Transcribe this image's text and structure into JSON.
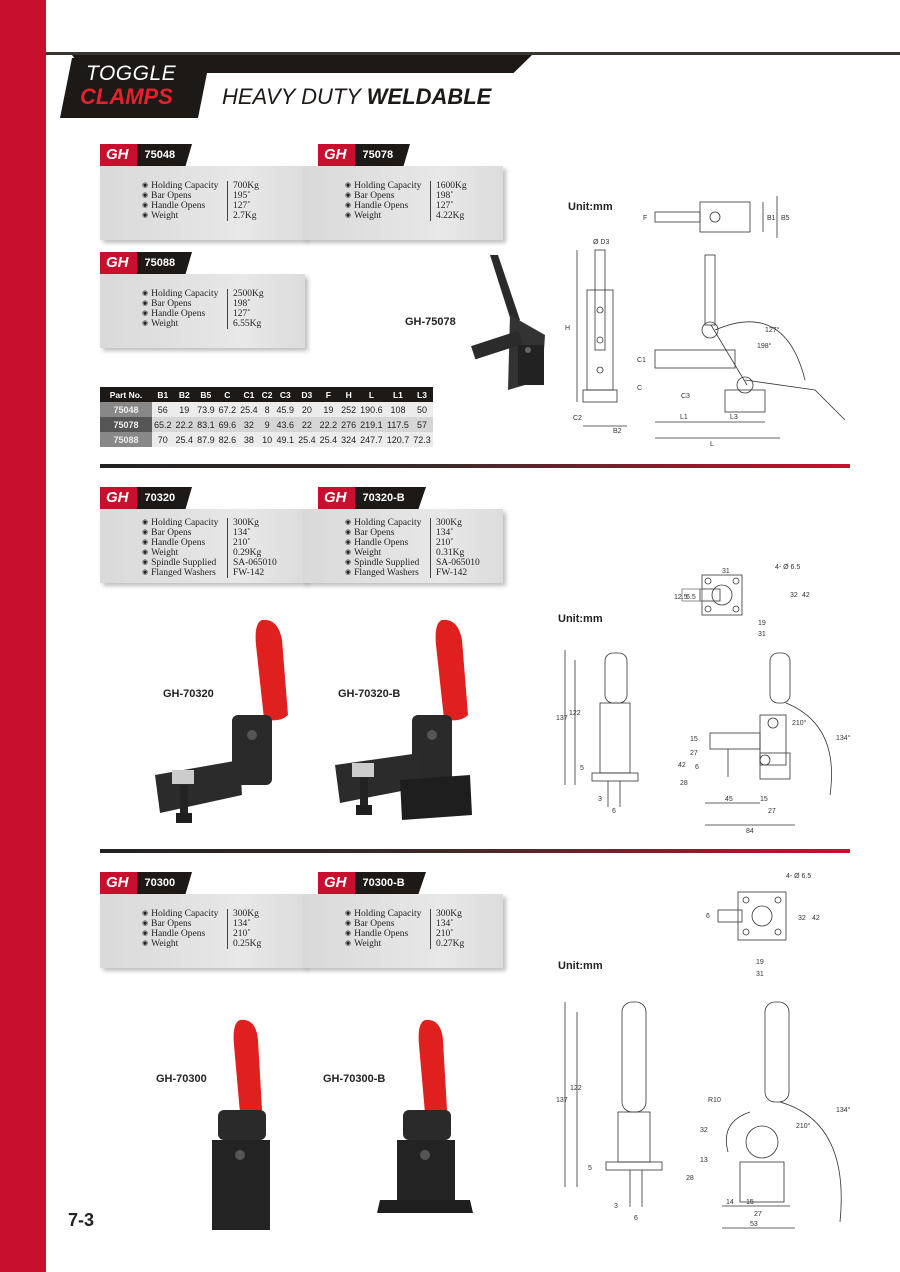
{
  "header": {
    "title_line1": "TOGGLE",
    "title_line2": "CLAMPS",
    "subtitle_regular": "HEAVY DUTY ",
    "subtitle_bold": "WELDABLE"
  },
  "brand": "GH",
  "products": {
    "p75048": {
      "model": "75048",
      "specs": [
        {
          "label": "Holding Capacity",
          "value": "700Kg"
        },
        {
          "label": "Bar Opens",
          "value": "195˚"
        },
        {
          "label": "Handle Opens",
          "value": "127˚"
        },
        {
          "label": "Weight",
          "value": "2.7Kg"
        }
      ]
    },
    "p75078": {
      "model": "75078",
      "specs": [
        {
          "label": "Holding Capacity",
          "value": "1600Kg"
        },
        {
          "label": "Bar Opens",
          "value": "198˚"
        },
        {
          "label": "Handle Opens",
          "value": "127˚"
        },
        {
          "label": "Weight",
          "value": "4.22Kg"
        }
      ]
    },
    "p75088": {
      "model": "75088",
      "specs": [
        {
          "label": "Holding Capacity",
          "value": "2500Kg"
        },
        {
          "label": "Bar Opens",
          "value": "198˚"
        },
        {
          "label": "Handle Opens",
          "value": "127˚"
        },
        {
          "label": "Weight",
          "value": "6.55Kg"
        }
      ]
    },
    "p70320": {
      "model": "70320",
      "specs": [
        {
          "label": "Holding Capacity",
          "value": "300Kg"
        },
        {
          "label": "Bar Opens",
          "value": "134˚"
        },
        {
          "label": "Handle Opens",
          "value": "210˚"
        },
        {
          "label": "Weight",
          "value": "0.29Kg"
        },
        {
          "label": "Spindle Supplied",
          "value": "SA-065010"
        },
        {
          "label": "Flanged Washers",
          "value": "FW-142"
        }
      ]
    },
    "p70320b": {
      "model": "70320-B",
      "specs": [
        {
          "label": "Holding Capacity",
          "value": "300Kg"
        },
        {
          "label": "Bar Opens",
          "value": "134˚"
        },
        {
          "label": "Handle Opens",
          "value": "210˚"
        },
        {
          "label": "Weight",
          "value": "0.31Kg"
        },
        {
          "label": "Spindle Supplied",
          "value": "SA-065010"
        },
        {
          "label": "Flanged Washers",
          "value": "FW-142"
        }
      ]
    },
    "p70300": {
      "model": "70300",
      "specs": [
        {
          "label": "Holding Capacity",
          "value": "300Kg"
        },
        {
          "label": "Bar Opens",
          "value": "134˚"
        },
        {
          "label": "Handle Opens",
          "value": "210˚"
        },
        {
          "label": "Weight",
          "value": "0.25Kg"
        }
      ]
    },
    "p70300b": {
      "model": "70300-B",
      "specs": [
        {
          "label": "Holding Capacity",
          "value": "300Kg"
        },
        {
          "label": "Bar Opens",
          "value": "134˚"
        },
        {
          "label": "Handle Opens",
          "value": "210˚"
        },
        {
          "label": "Weight",
          "value": "0.27Kg"
        }
      ]
    }
  },
  "photo_labels": {
    "gh75078": "GH-75078",
    "gh70320": "GH-70320",
    "gh70320b": "GH-70320-B",
    "gh70300": "GH-70300",
    "gh70300b": "GH-70300-B"
  },
  "unit_label": "Unit:mm",
  "dim_table": {
    "headers": [
      "Part No.",
      "B1",
      "B2",
      "B5",
      "C",
      "C1",
      "C2",
      "C3",
      "D3",
      "F",
      "H",
      "L",
      "L1",
      "L3"
    ],
    "rows": [
      [
        "75048",
        "56",
        "19",
        "73.9",
        "67.2",
        "25.4",
        "8",
        "45.9",
        "20",
        "19",
        "252",
        "190.6",
        "108",
        "50"
      ],
      [
        "75078",
        "65.2",
        "22.2",
        "83.1",
        "69.6",
        "32",
        "9",
        "43.6",
        "22",
        "22.2",
        "276",
        "219.1",
        "117.5",
        "57"
      ],
      [
        "75088",
        "70",
        "25.4",
        "87.9",
        "82.6",
        "38",
        "10",
        "49.1",
        "25.4",
        "25.4",
        "324",
        "247.7",
        "120.7",
        "72.3"
      ]
    ]
  },
  "drawing_labels": {
    "d75078": {
      "d3": "Ø D3",
      "f": "F",
      "b1": "B1",
      "b5": "B5",
      "h": "H",
      "c1": "C1",
      "c": "C",
      "c3": "C3",
      "c2": "C2",
      "b2": "B2",
      "l1": "L1",
      "l3": "L3",
      "l": "L",
      "a127": "127°",
      "a198": "198°"
    },
    "d70320": {
      "holes": "4- Ø 6.5",
      "w31": "31",
      "d12": "12.5",
      "d6": "6.5",
      "d32": "32",
      "d42": "42",
      "d19": "19",
      "d31": "31",
      "h137": "137",
      "h122": "122",
      "h5": "5",
      "w3": "3",
      "w6": "6",
      "h15": "15",
      "h27": "27",
      "h42": "42",
      "h6": "6",
      "h28": "28",
      "w45": "45",
      "w15": "15",
      "w27": "27",
      "w84": "84",
      "a210": "210°",
      "a134": "134°"
    },
    "d70300": {
      "holes": "4- Ø 6.5",
      "d6": "6",
      "d32": "32",
      "d42": "42",
      "d19": "19",
      "d31": "31",
      "h137": "137",
      "h122": "122",
      "h5": "5",
      "w3": "3",
      "w6": "6",
      "r10": "R10",
      "h32": "32",
      "h13": "13",
      "h28": "28",
      "w14": "14",
      "w15": "15",
      "w27": "27",
      "w53": "53",
      "a210": "210°",
      "a134": "134°"
    }
  },
  "page_number": "7-3",
  "colors": {
    "accent_red": "#c8102e",
    "dark": "#1c1917",
    "handle_red": "#e0201e",
    "panel_gray": "#dedede"
  }
}
